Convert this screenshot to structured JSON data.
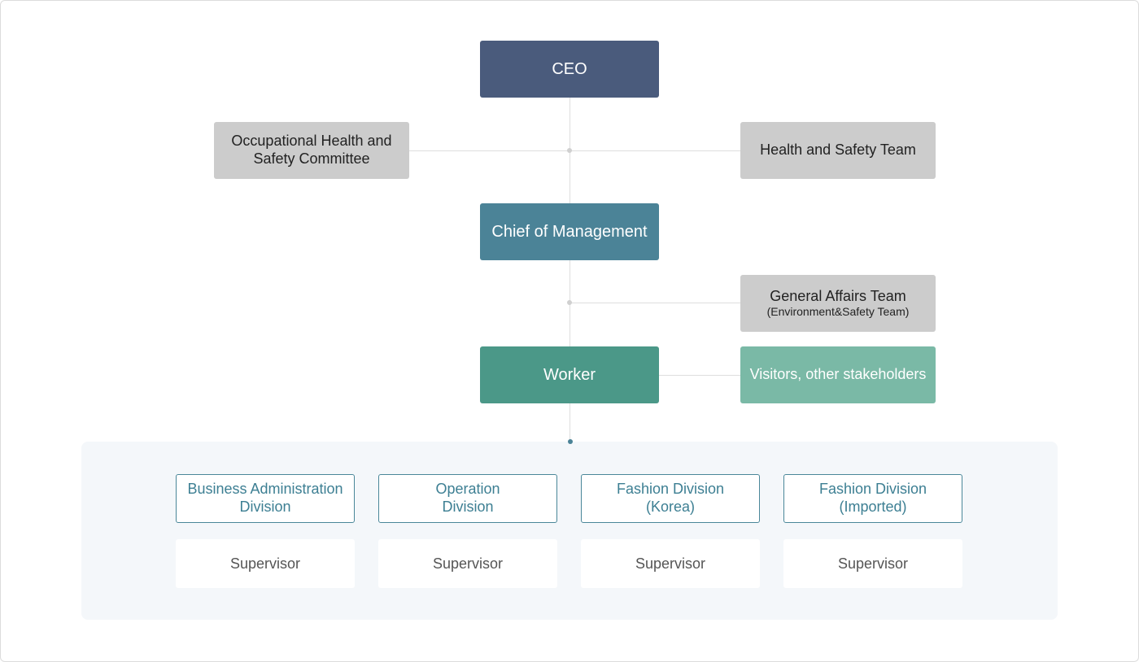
{
  "nodes": {
    "ceo": "CEO",
    "committee": [
      "Occupational Health and",
      "Safety Committee"
    ],
    "hs_team": "Health and Safety Team",
    "chief": "Chief of Management",
    "ga_team": "General Affairs Team",
    "ga_team_sub": "(Environment&Safety Team)",
    "worker": "Worker",
    "visitors": "Visitors, other stakeholders"
  },
  "divisions": [
    {
      "lines": [
        "Business Administration",
        "Division"
      ],
      "supervisor": "Supervisor"
    },
    {
      "lines": [
        "Operation",
        "Division"
      ],
      "supervisor": "Supervisor"
    },
    {
      "lines": [
        "Fashion Division",
        "(Korea)"
      ],
      "supervisor": "Supervisor"
    },
    {
      "lines": [
        "Fashion Division",
        "(Imported)"
      ],
      "supervisor": "Supervisor"
    }
  ],
  "colors": {
    "ceo": "#4a5b7c",
    "chief": "#4b8397",
    "worker": "#4b9888",
    "visitors": "#7ab9a6",
    "grey_box": "#cccccc",
    "division_border": "#4a8799",
    "panel": "#f4f7fa"
  }
}
